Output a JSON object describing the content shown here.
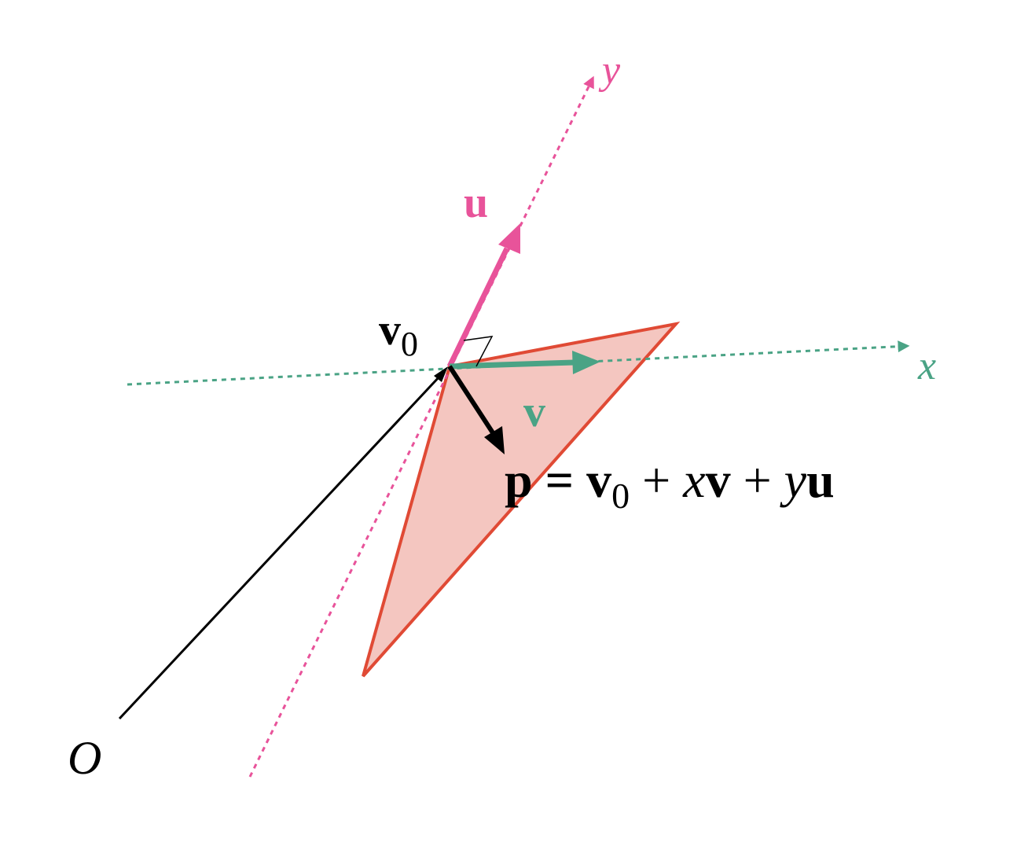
{
  "colors": {
    "triangle_fill": "#f4c6c0",
    "triangle_stroke": "#e04a35",
    "x_axis": "#4aa385",
    "y_axis": "#e8539a",
    "black": "#000000"
  },
  "labels": {
    "origin": "O",
    "y_axis": "y",
    "x_axis": "x",
    "u_vector": "u",
    "v_vector": "v",
    "v0_letter": "v",
    "v0_sub": "0"
  },
  "equation": {
    "p": "p",
    "eq": " = ",
    "v": "v",
    "v_sub": "0",
    "plus1": " + ",
    "x": "x",
    "v2": "v",
    "plus2": " + ",
    "y": "y",
    "u": "u"
  }
}
